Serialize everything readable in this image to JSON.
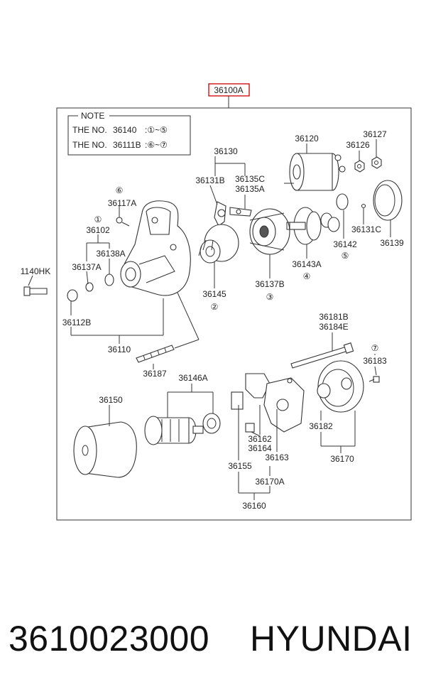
{
  "assembly": {
    "number": "36100A",
    "highlight_color": "#cc0000"
  },
  "note": {
    "title": "NOTE",
    "line1_prefix": "THE NO.",
    "line1_part": "36140",
    "line1_range": ":①~⑤",
    "line2_prefix": "THE NO.",
    "line2_part": "36111B",
    "line2_range": ":⑥~⑦"
  },
  "callouts": {
    "c36120": "36120",
    "c36127": "36127",
    "c36126": "36126",
    "c36130": "36130",
    "c36131B": "36131B",
    "c36135C": "36135C",
    "c36135A": "36135A",
    "m6a": "⑥",
    "c36117A": "36117A",
    "m1": "①",
    "c36102": "36102",
    "c36138A": "36138A",
    "c36137A": "36137A",
    "c1140HK": "1140HK",
    "c36112B": "36112B",
    "c36145": "36145",
    "m2": "②",
    "c36137B": "36137B",
    "m3": "③",
    "c36143A": "36143A",
    "m4": "④",
    "c36142": "36142",
    "m5": "⑤",
    "c36131C": "36131C",
    "c36139": "36139",
    "c36110": "36110",
    "c36187": "36187",
    "c36181B": "36181B",
    "c36184E": "36184E",
    "m7": "⑦",
    "c36183": "36183",
    "c36146A": "36146A",
    "c36150": "36150",
    "c36162": "36162",
    "c36164": "36164",
    "c36163": "36163",
    "c36155": "36155",
    "c36170A": "36170A",
    "c36160": "36160",
    "c36182": "36182",
    "c36170": "36170"
  },
  "footer": {
    "part_number": "3610023000",
    "brand": "HYUNDAI"
  }
}
